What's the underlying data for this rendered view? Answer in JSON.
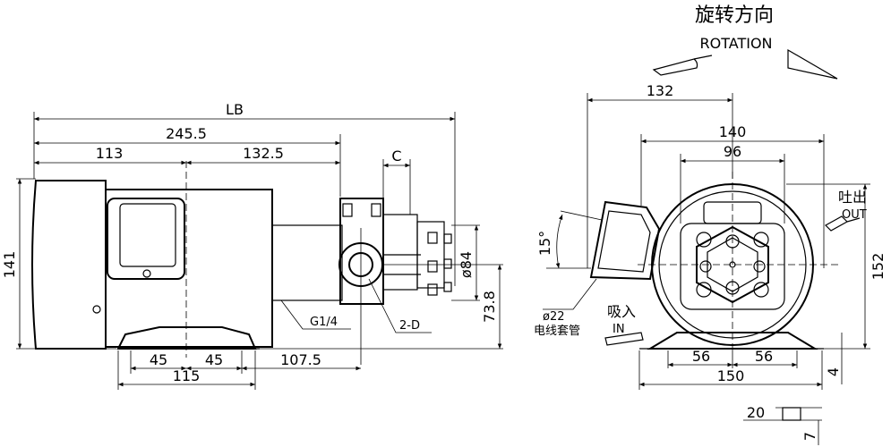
{
  "title": {
    "cn": "旋转方向",
    "en": "ROTATION"
  },
  "side_view": {
    "dims": {
      "LB": "LB",
      "overall": "245.5",
      "front": "113",
      "rear": "132.5",
      "C": "C",
      "height": "141",
      "port_dia": "ø84",
      "axis_h": "73.8",
      "base_a": "45",
      "base_b": "45",
      "base_c": "107.5",
      "base_w": "115"
    },
    "callouts": {
      "thread": "G1/4",
      "holes": "2-D"
    }
  },
  "end_view": {
    "dims": {
      "top": "132",
      "width": "140",
      "inner": "96",
      "angle": "15°",
      "height": "152",
      "foot_a": "56",
      "foot_b": "56",
      "foot_w": "150",
      "foot_h": "4",
      "key_w": "20",
      "key_h": "7"
    },
    "labels": {
      "cable_dia": "ø22",
      "cable_cn": "电线套管",
      "in_cn": "吸入",
      "in_en": "IN",
      "out_cn": "吐出",
      "out_en": "OUT"
    }
  }
}
